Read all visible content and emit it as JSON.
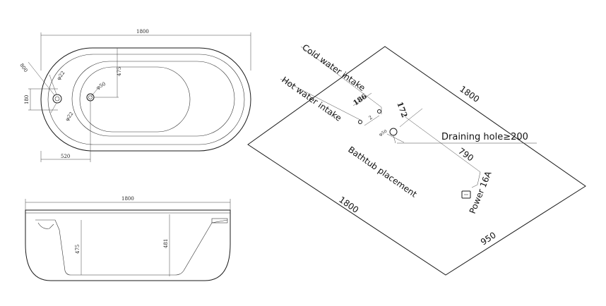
{
  "top_view": {
    "length": "1800",
    "width": "800",
    "d_outlet": "φ22",
    "d_lower": "φ22",
    "d_drain": "φ50",
    "inner_offset": "475",
    "side_offset": "180",
    "bottom_offset": "520"
  },
  "side_view": {
    "length": "1800",
    "depth_inner": "475",
    "depth_outer": "481"
  },
  "installation": {
    "cold_label": "Cold water intake",
    "hot_label": "Hot water intake",
    "dim_186": "186",
    "dim_172": "172",
    "dim_50": "φ50",
    "dim_2": "2",
    "drain_label": "Draining hole≥200",
    "dim_790": "790",
    "placement_label": "Bathtub placement",
    "power_label": "Power 16A",
    "dim_1800_top": "1800",
    "dim_1800_bottom": "1800",
    "dim_950": "950"
  }
}
